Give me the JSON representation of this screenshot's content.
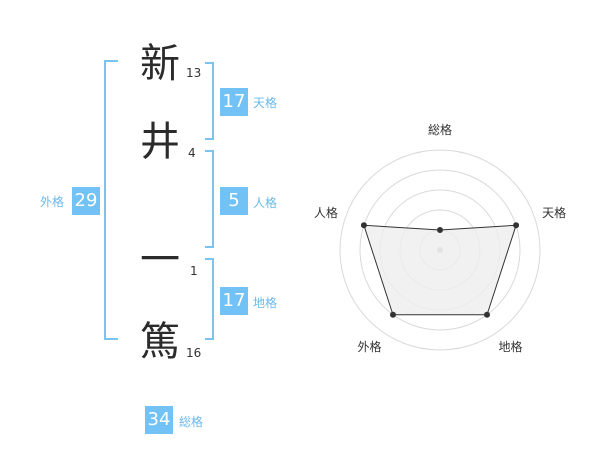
{
  "name": {
    "characters": [
      {
        "char": "新",
        "strokes": "13"
      },
      {
        "char": "井",
        "strokes": "4"
      },
      {
        "char": "一",
        "strokes": "1"
      },
      {
        "char": "篤",
        "strokes": "16"
      }
    ]
  },
  "fortunes": {
    "tenkaku": {
      "value": "17",
      "label": "天格"
    },
    "jinkaku": {
      "value": "5",
      "label": "人格"
    },
    "chikaku": {
      "value": "17",
      "label": "地格"
    },
    "gaikaku": {
      "value": "29",
      "label": "外格"
    },
    "soukaku": {
      "value": "34",
      "label": "総格"
    }
  },
  "colors": {
    "accent": "#72c2f5",
    "bracket": "#7cc4ef",
    "label": "#6ab8ec",
    "radar_fill": "#ededed",
    "radar_line": "#333333"
  },
  "chart_data": {
    "type": "radar",
    "axes": [
      "総格",
      "天格",
      "地格",
      "外格",
      "人格"
    ],
    "values": [
      1,
      4,
      4,
      4,
      4
    ],
    "rmax": 5,
    "rings": 5,
    "grid": true
  }
}
